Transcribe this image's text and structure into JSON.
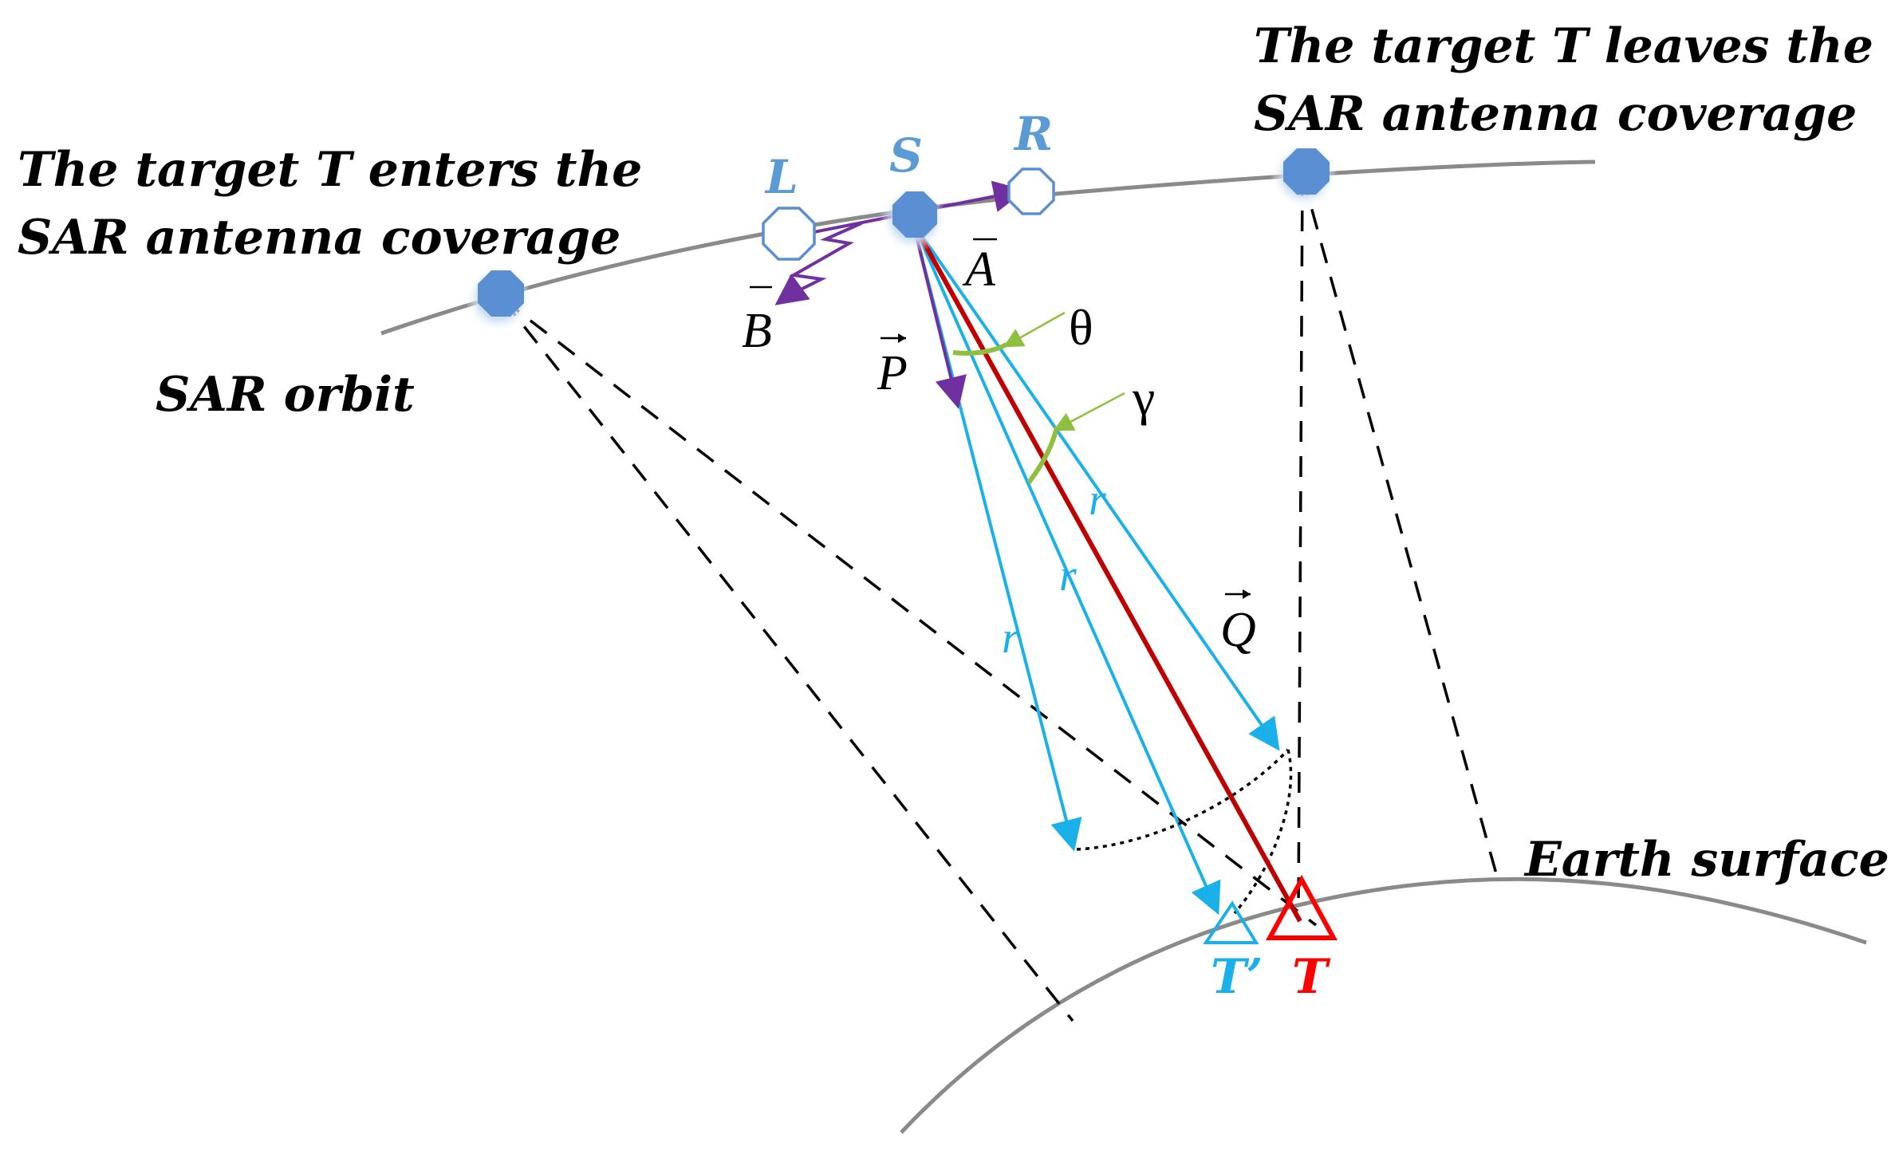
{
  "labels": {
    "enter_line1": "The target T enters the",
    "enter_line2": "SAR antenna coverage",
    "leave_line1": "The target T leaves the",
    "leave_line2": "SAR antenna coverage",
    "orbit": "SAR orbit",
    "earth": "Earth surface",
    "L": "L",
    "S": "S",
    "R": "R",
    "A": "A",
    "B": "B",
    "P": "P",
    "Q": "Q",
    "theta": "θ",
    "gamma": "γ",
    "r": "r",
    "T_prime": "T’",
    "T": "T"
  },
  "colors": {
    "orbit": "#8a8a8a",
    "satellite": "#5b8fd4",
    "satellite_outline": "#5b8fd4",
    "vector_purple": "#7030a0",
    "beam_cyan": "#1ab0ea",
    "range_red": "#c00000",
    "target_red": "#ff0000",
    "angle_green": "#8fbf3f",
    "label_blue": "#5b9bd5",
    "text": "#000000"
  }
}
